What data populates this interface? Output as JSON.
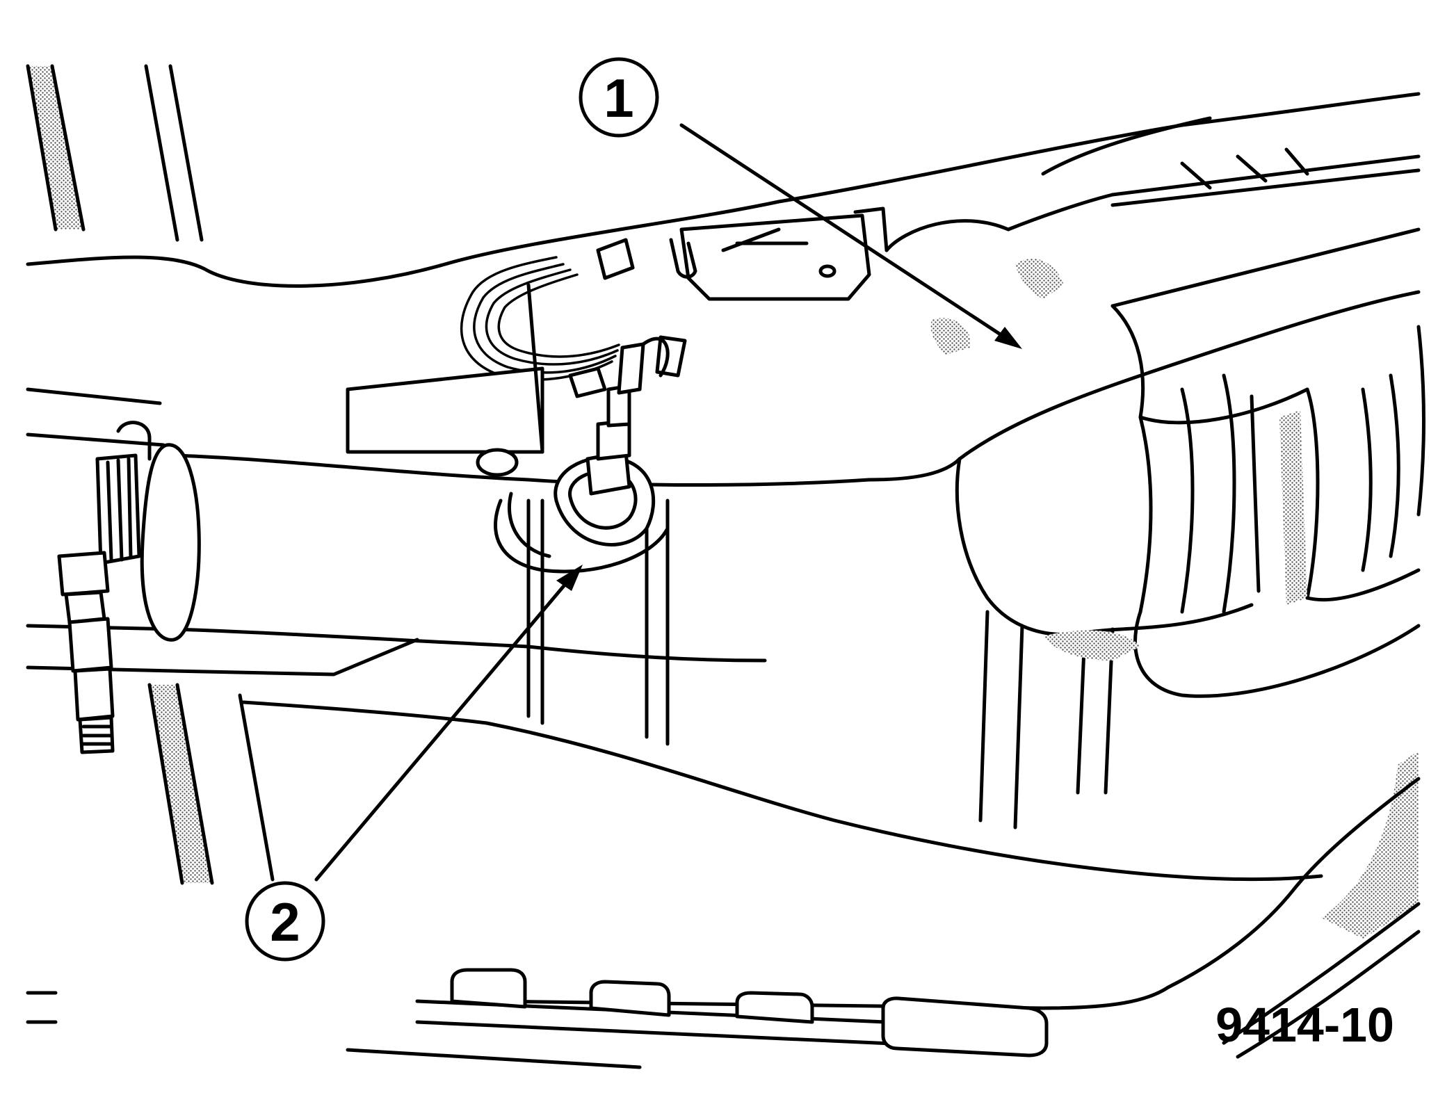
{
  "callouts": [
    {
      "label": "1"
    },
    {
      "label": "2"
    }
  ],
  "figure_id": "9414-10",
  "colors": {
    "ink": "#000000",
    "background": "#ffffff",
    "shading": "#9a9a9a"
  }
}
